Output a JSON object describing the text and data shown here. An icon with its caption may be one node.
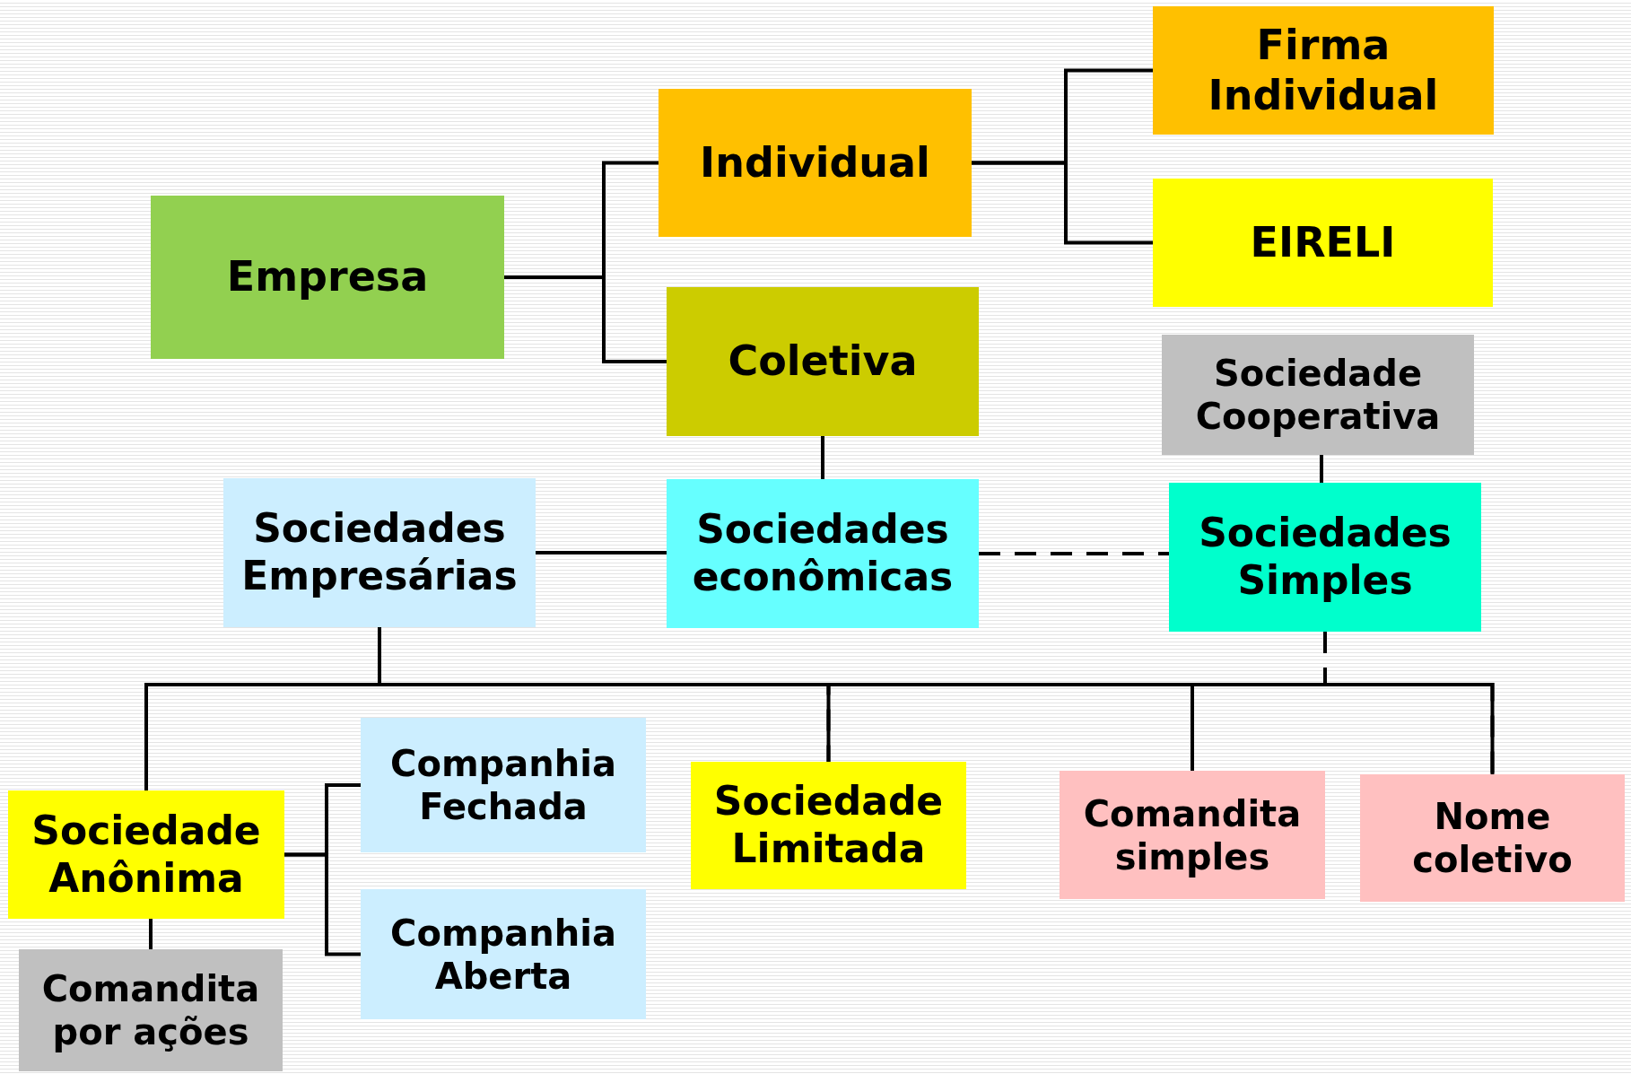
{
  "diagram": {
    "nodes": [
      {
        "text": [
          "Empresa"
        ]
      },
      {
        "text": [
          "Individual"
        ]
      },
      {
        "text": [
          "Coletiva"
        ]
      },
      {
        "text": [
          "Firma Individual"
        ]
      },
      {
        "text": [
          "EIRELI"
        ]
      },
      {
        "text": [
          "Sociedade Cooperativa"
        ]
      },
      {
        "text": [
          "Sociedades Empresárias"
        ]
      },
      {
        "text": [
          "Sociedades econômicas"
        ]
      },
      {
        "text": [
          "Sociedades Simples"
        ]
      },
      {
        "text": [
          "Sociedade Anônima"
        ]
      },
      {
        "text": [
          "Companhia Fechada"
        ]
      },
      {
        "text": [
          "Companhia Aberta"
        ]
      },
      {
        "text": [
          "Sociedade Limitada"
        ]
      },
      {
        "text": [
          "Comandita simples"
        ]
      },
      {
        "text": [
          "Nome coletivo"
        ]
      },
      {
        "text": [
          "Comandita por ações"
        ]
      }
    ],
    "edges": [
      {
        "from": 0,
        "to": 1,
        "arrow": "none"
      },
      {
        "from": 0,
        "to": 2,
        "arrow": "none"
      },
      {
        "from": 1,
        "to": 3,
        "arrow": "none"
      },
      {
        "from": 1,
        "to": 4,
        "arrow": "none"
      },
      {
        "from": 2,
        "to": 7,
        "arrow": "none"
      },
      {
        "from": 5,
        "to": 8,
        "arrow": "none"
      },
      {
        "from": 6,
        "to": 7,
        "arrow": "none"
      },
      {
        "from": 7,
        "to": 8,
        "arrow": "none",
        "style": "dashed"
      },
      {
        "from": 6,
        "to": 9,
        "arrow": "none"
      },
      {
        "from": 6,
        "to": 12,
        "arrow": "none"
      },
      {
        "from": 6,
        "to": 13,
        "arrow": "none"
      },
      {
        "from": 6,
        "to": 14,
        "arrow": "none"
      },
      {
        "from": 8,
        "to": 9,
        "arrow": "none",
        "style": "dashed"
      },
      {
        "from": 8,
        "to": 12,
        "arrow": "none",
        "style": "dashed"
      },
      {
        "from": 8,
        "to": 13,
        "arrow": "none",
        "style": "dashed"
      },
      {
        "from": 8,
        "to": 14,
        "arrow": "none",
        "style": "dashed"
      },
      {
        "from": 9,
        "to": 10,
        "arrow": "none"
      },
      {
        "from": 9,
        "to": 11,
        "arrow": "none"
      },
      {
        "from": 9,
        "to": 15,
        "arrow": "none"
      }
    ]
  }
}
